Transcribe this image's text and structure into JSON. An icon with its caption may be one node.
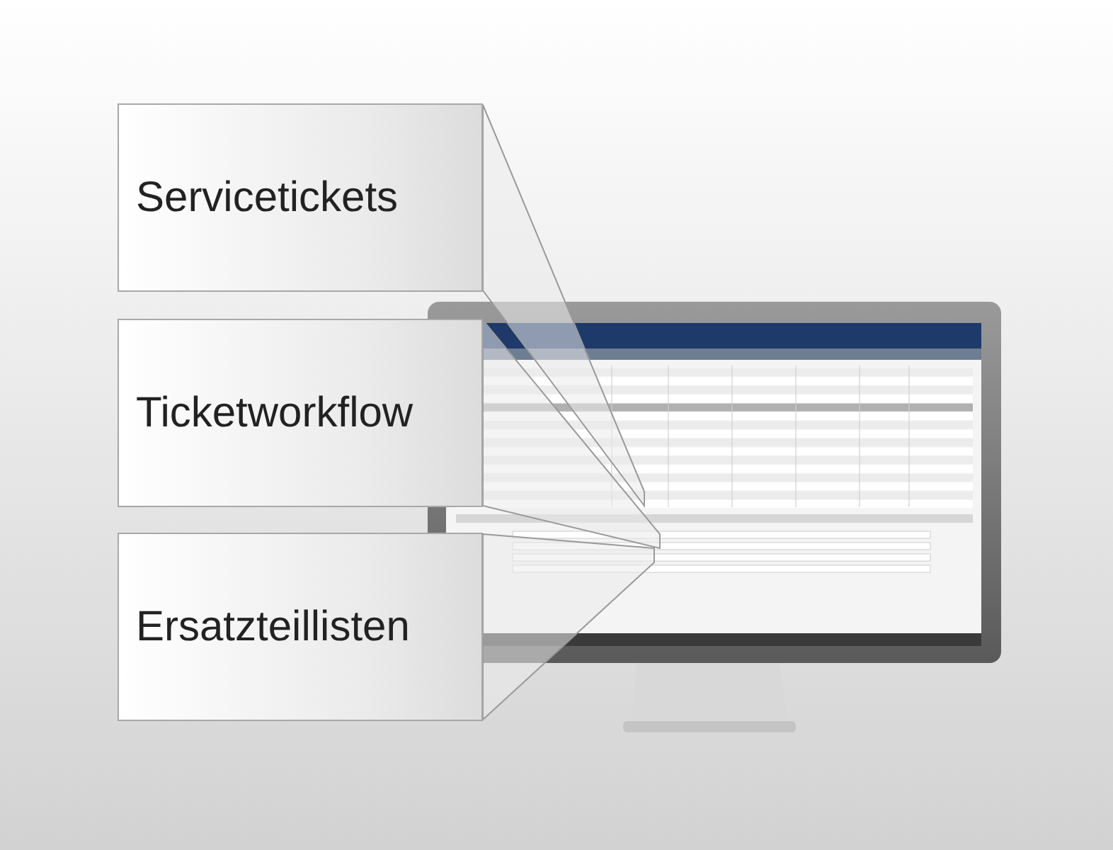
{
  "diagram": {
    "nodes": [
      {
        "text": [
          "Servicetickets"
        ]
      },
      {
        "text": [
          "Ticketworkflow"
        ]
      },
      {
        "text": [
          "Ersatzteillisten"
        ]
      },
      {
        "text": [],
        "shape": "picture"
      }
    ],
    "edges": [
      {
        "from": 0,
        "to": 3,
        "arrow": "none"
      },
      {
        "from": 1,
        "to": 3,
        "arrow": "none"
      },
      {
        "from": 2,
        "to": 3,
        "arrow": "none"
      }
    ]
  }
}
